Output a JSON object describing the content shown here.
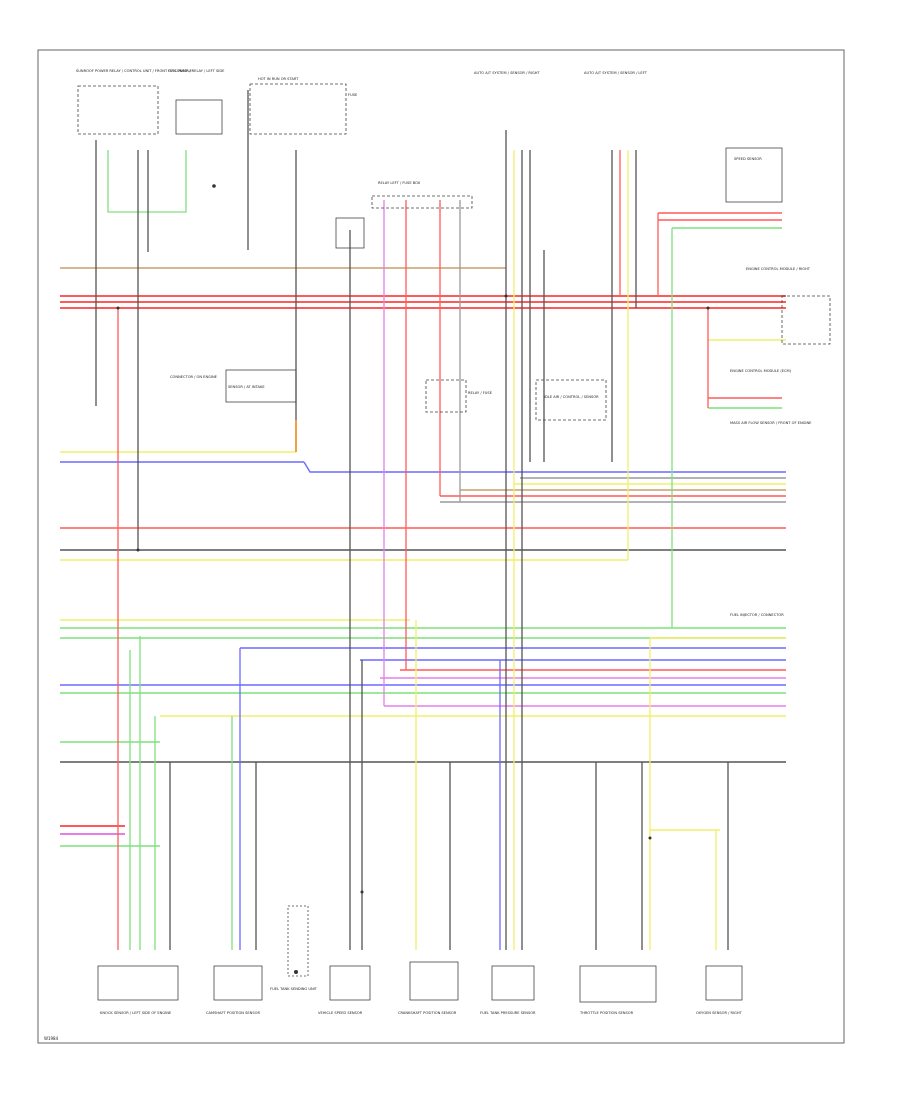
{
  "diagram": {
    "footer_code": "W1984",
    "colors": {
      "red": "#ff5a5a",
      "yellow": "#f2ef6a",
      "green": "#7fe07f",
      "blue": "#6a6aff",
      "magenta": "#e77ee7",
      "gray": "#9a9a9a",
      "dark": "#555555",
      "brown": "#c7a06a",
      "orange": "#f0a040",
      "light_blue": "#9fd0f0",
      "pink": "#f6a6c6"
    },
    "top_components": [
      {
        "id": "c1",
        "label": "SUNROOF POWER RELAY / CONTROL UNIT / FRONT OF CONSOLE"
      },
      {
        "id": "c2",
        "label": "FUEL PUMP / RELAY / LEFT SIDE"
      },
      {
        "id": "c3",
        "label": "HOT IN RUN OR START"
      },
      {
        "id": "c4",
        "label": "FUSE"
      },
      {
        "id": "c5",
        "label": "RELAY LEFT / FUSE BOX"
      },
      {
        "id": "c6",
        "label": "AUTO A/T SYSTEM / SENSOR / RIGHT"
      },
      {
        "id": "c7",
        "label": "AUTO A/T SYSTEM / SENSOR / LEFT"
      },
      {
        "id": "c8",
        "label": "SPEED SENSOR"
      },
      {
        "id": "c9",
        "label": "ENGINE CONTROL MODULE / RIGHT"
      }
    ],
    "mid_components": [
      {
        "id": "m1",
        "label": "CONNECTOR / ON ENGINE"
      },
      {
        "id": "m2",
        "label": "SENSOR / AT INTAKE"
      },
      {
        "id": "m3",
        "label": "RELAY / FUSE"
      },
      {
        "id": "m4",
        "label": "IDLE AIR / CONTROL / SENSOR"
      }
    ],
    "right_side_labels": [
      "ENGINE CONTROL MODULE (ECM)",
      "MASS AIR FLOW SENSOR / FRONT OF ENGINE",
      "FUEL INJECTOR / CONNECTOR"
    ],
    "bottom_components": [
      {
        "id": "b1",
        "label": "KNOCK SENSOR / LEFT SIDE OF ENGINE"
      },
      {
        "id": "b2",
        "label": "CAMSHAFT POSITION SENSOR"
      },
      {
        "id": "b3",
        "label": "FUEL TANK SENDING UNIT"
      },
      {
        "id": "b4",
        "label": "VEHICLE SPEED SENSOR"
      },
      {
        "id": "b5",
        "label": "CRANKSHAFT POSITION SENSOR"
      },
      {
        "id": "b6",
        "label": "FUEL TANK PRESSURE SENSOR"
      },
      {
        "id": "b7",
        "label": "THROTTLE POSITION SENSOR"
      },
      {
        "id": "b8",
        "label": "OXYGEN SENSOR / RIGHT"
      }
    ]
  }
}
